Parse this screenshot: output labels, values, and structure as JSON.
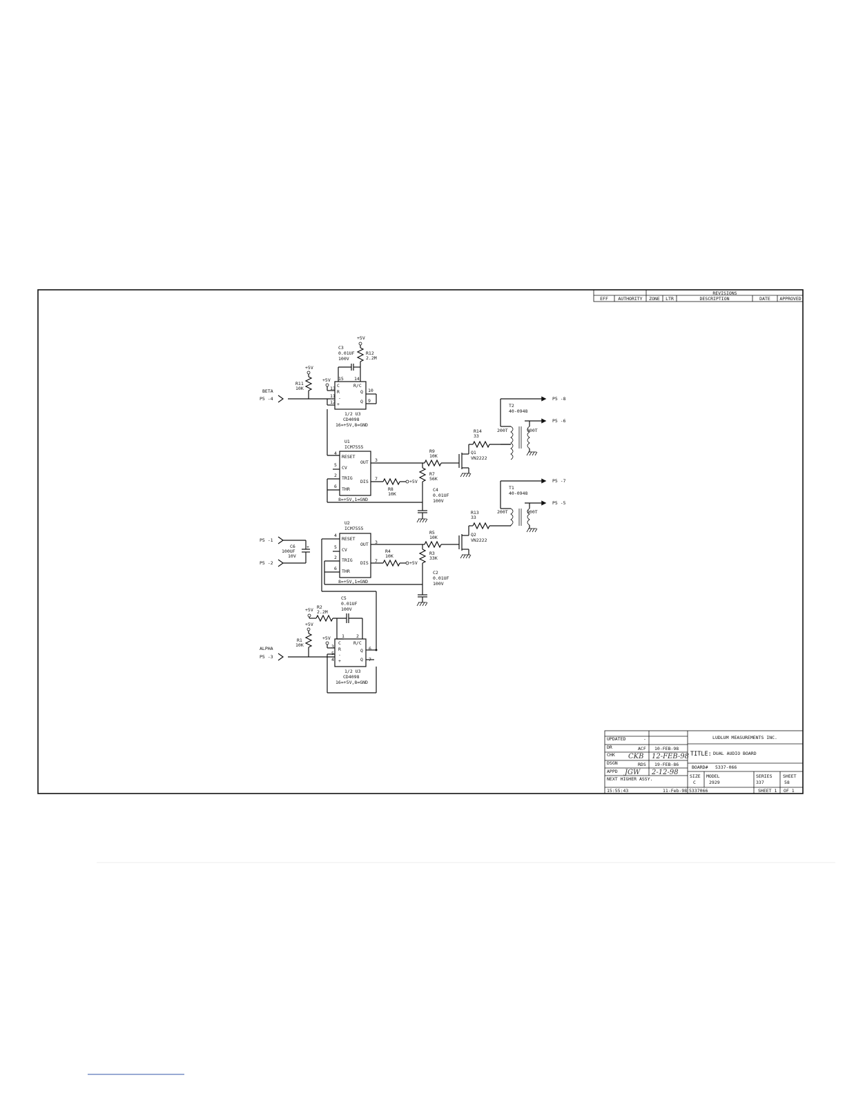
{
  "revisions": {
    "title": "REVISIONS",
    "headers": [
      "EFF",
      "AUTHORITY",
      "ZONE",
      "LTR",
      "DESCRIPTION",
      "DATE",
      "APPROVED"
    ]
  },
  "power": {
    "plus5v": "+5V"
  },
  "connectors": {
    "ps4": "P5 -4",
    "ps3": "P5 -3",
    "ps1": "P5 -1",
    "ps2": "P5 -2",
    "ps8": "P5 -8",
    "ps6": "P5 -6",
    "ps7": "P5 -7",
    "ps5": "P5 -5"
  },
  "signals": {
    "beta": "BETA",
    "alpha": "ALPHA"
  },
  "components": {
    "c3": {
      "ref": "C3",
      "value": "0.01UF",
      "rating": "100V"
    },
    "r12": {
      "ref": "R12",
      "value": "2.2M"
    },
    "r11": {
      "ref": "R11",
      "value": "10K"
    },
    "u3a": {
      "part": "1/2 U3",
      "type": "CD4098",
      "power": "16=+5V,8=GND",
      "pins": {
        "c": "15",
        "rc": "14",
        "r": "13",
        "minus": "11",
        "plus": "12",
        "q": "10",
        "qbar": "9"
      },
      "pinlabels": {
        "c": "C",
        "rc": "R/C",
        "r": "R",
        "minus": "-",
        "plus": "+",
        "q": "Q",
        "qbar": "Q"
      }
    },
    "u1": {
      "ref": "U1",
      "type": "ICM7555",
      "power": "8=+5V,1=GND"
    },
    "u2": {
      "ref": "U2",
      "type": "ICM7555",
      "power": "8=+5V,1=GND"
    },
    "timer_pins": {
      "reset": "RESET",
      "cv": "CV",
      "trig": "TRIG",
      "thr": "THR",
      "out": "OUT",
      "dis": "DIS",
      "n4": "4",
      "n5": "5",
      "n2": "2",
      "n6": "6",
      "n3": "3",
      "n7": "7"
    },
    "r9": {
      "ref": "R9",
      "value": "10K"
    },
    "r7": {
      "ref": "R7",
      "value": "56K"
    },
    "r8": {
      "ref": "R8",
      "value": "10K"
    },
    "c4": {
      "ref": "C4",
      "value": "0.01UF",
      "rating": "100V"
    },
    "r14": {
      "ref": "R14",
      "value": "33"
    },
    "q1": {
      "ref": "Q1",
      "type": "VN2222"
    },
    "t2": {
      "ref": "T2",
      "part": "40-0948",
      "primary": "200T",
      "secondary": "900T"
    },
    "t1": {
      "ref": "T1",
      "part": "40-0948",
      "primary": "200T",
      "secondary": "900T"
    },
    "r13": {
      "ref": "R13",
      "value": "33"
    },
    "q2": {
      "ref": "Q2",
      "type": "VN2222"
    },
    "c6": {
      "ref": "C6",
      "value": "100UF",
      "rating": "10V",
      "pol": "+"
    },
    "r5": {
      "ref": "R5",
      "value": "10K"
    },
    "r4": {
      "ref": "R4",
      "value": "10K"
    },
    "r3": {
      "ref": "R3",
      "value": "33K"
    },
    "c2": {
      "ref": "C2",
      "value": "0.01UF",
      "rating": "100V"
    },
    "c5": {
      "ref": "C5",
      "value": "0.01UF",
      "rating": "100V"
    },
    "r2": {
      "ref": "R2",
      "value": "2.2M"
    },
    "r1": {
      "ref": "R1",
      "value": "10K"
    },
    "u3b": {
      "part": "1/2 U3",
      "type": "CD4098",
      "power": "16=+5V,8=GND",
      "pins": {
        "c": "1",
        "rc": "2",
        "r": "3",
        "minus": "5",
        "plus": "4",
        "q": "6",
        "qbar": "7"
      }
    }
  },
  "title_block": {
    "company": "LUDLUM MEASUREMENTS INC.",
    "title_label": "TITLE:",
    "title": "DUAL AUDIO BOARD",
    "board_label": "BOARD#",
    "board": "5337-066",
    "rows": [
      {
        "label": "UPDATED",
        "init": "-",
        "date": ""
      },
      {
        "label": "DR",
        "init": "ACF",
        "date": "10-FEB-98"
      },
      {
        "label": "CHK",
        "init": "CKB",
        "date": "12-FEB-98"
      },
      {
        "label": "DSGN",
        "init": "RDS",
        "date": "19-FEB-86"
      },
      {
        "label": "APPD",
        "init": "JGW",
        "date": "2-12-98"
      }
    ],
    "next_higher": "NEXT HIGHER ASSY.",
    "size_label": "SIZE",
    "size": "C",
    "model_label": "MODEL",
    "model": "2929",
    "series_label": "SERIES",
    "series": "337",
    "sheet_label": "SHEET",
    "sheet": "58",
    "time": "15:55:43",
    "plot_date": "11-Feb-98",
    "file": "5337066",
    "sheet_of": "SHEET 1",
    "of": "OF 1"
  }
}
